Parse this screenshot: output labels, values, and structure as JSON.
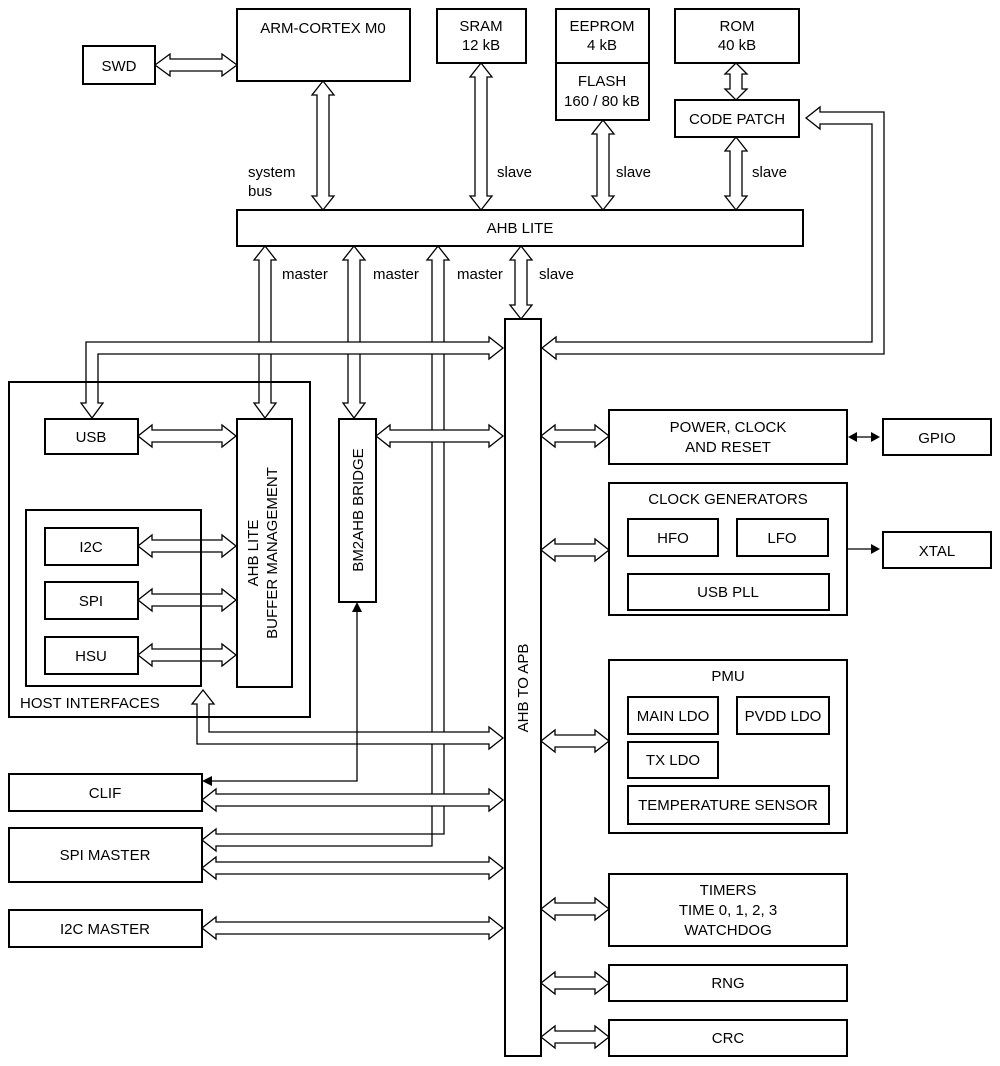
{
  "blocks": {
    "swd": "SWD",
    "arm": "ARM-CORTEX M0",
    "sram": [
      "SRAM",
      "12 kB"
    ],
    "eeprom": [
      "EEPROM",
      "4 kB"
    ],
    "flash": [
      "FLASH",
      "160 / 80 kB"
    ],
    "rom": [
      "ROM",
      "40 kB"
    ],
    "code_patch": "CODE PATCH",
    "ahb_lite": "AHB LITE",
    "ahb_to_apb": "AHB TO APB",
    "usb": "USB",
    "buffer_mgmt": [
      "AHB LITE",
      "BUFFER MANAGEMENT"
    ],
    "bm2ahb": "BM2AHB BRIDGE",
    "i2c": "I2C",
    "spi": "SPI",
    "hsu": "HSU",
    "host_interfaces": "HOST INTERFACES",
    "clif": "CLIF",
    "spi_master": "SPI MASTER",
    "i2c_master": "I2C MASTER",
    "power_clock_reset": [
      "POWER, CLOCK",
      "AND RESET"
    ],
    "gpio": "GPIO",
    "clock_generators": "CLOCK GENERATORS",
    "hfo": "HFO",
    "lfo": "LFO",
    "usb_pll": "USB PLL",
    "xtal": "XTAL",
    "pmu": "PMU",
    "main_ldo": "MAIN LDO",
    "pvdd_ldo": "PVDD LDO",
    "tx_ldo": "TX LDO",
    "temp_sensor": "TEMPERATURE SENSOR",
    "timers": [
      "TIMERS",
      "TIME 0, 1, 2, 3",
      "WATCHDOG"
    ],
    "rng": "RNG",
    "crc": "CRC"
  },
  "labels": {
    "system_bus": [
      "system",
      "bus"
    ],
    "master": "master",
    "slave": "slave"
  }
}
